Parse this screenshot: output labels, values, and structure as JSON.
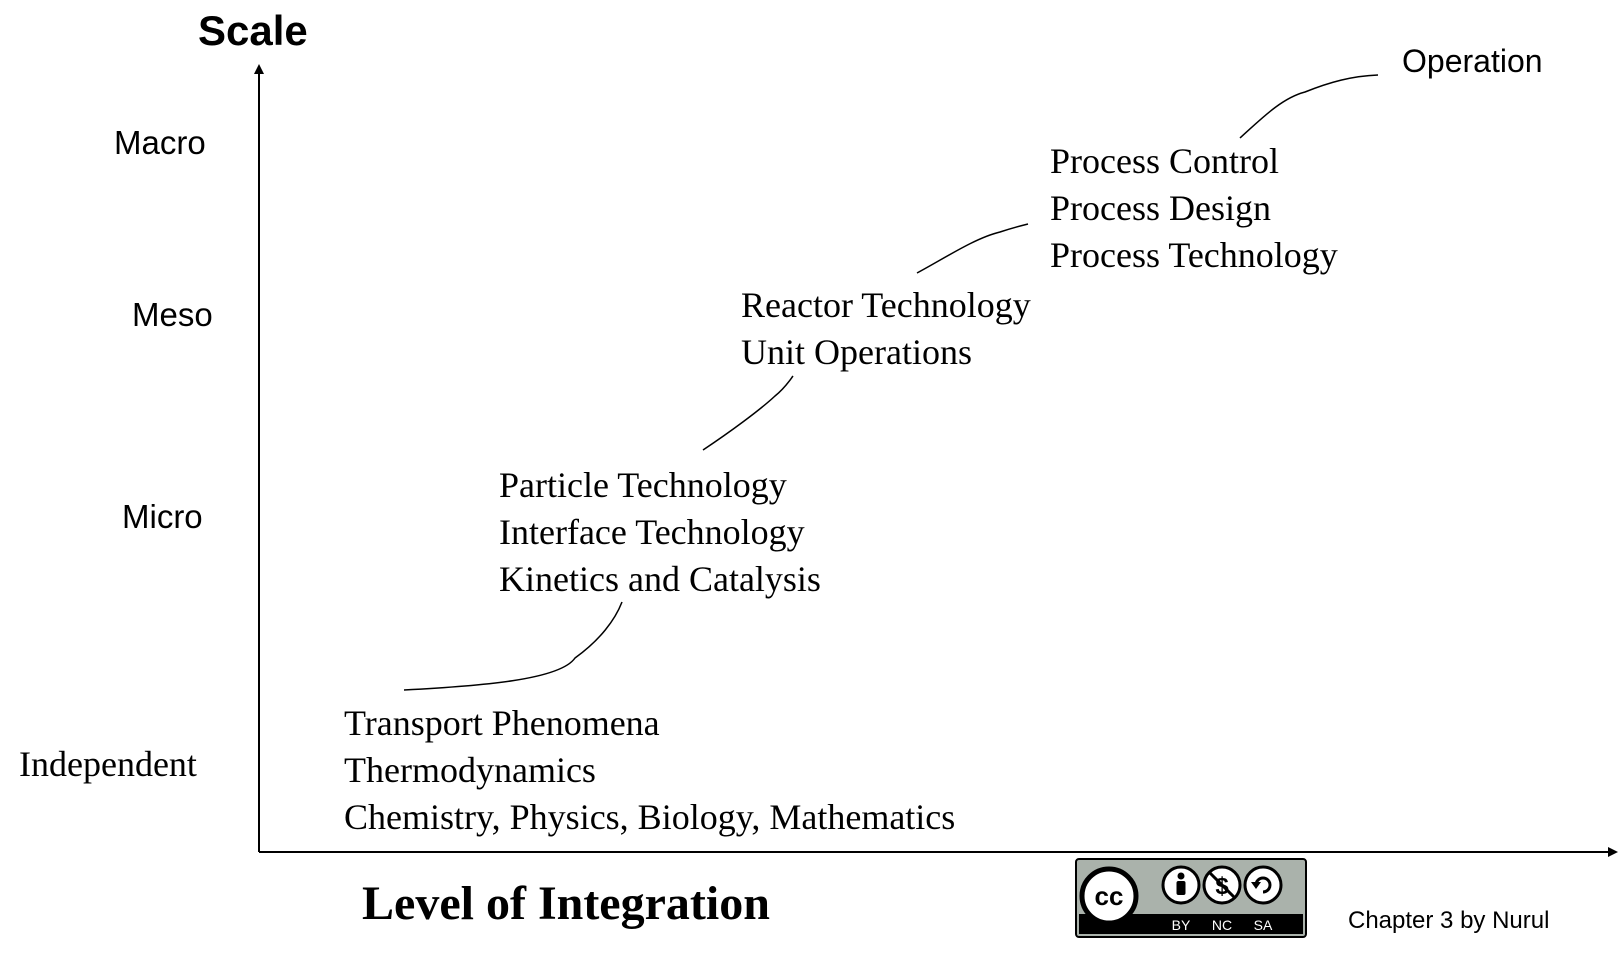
{
  "axes": {
    "y_title": "Scale",
    "x_title": "Level of Integration",
    "scale_levels": [
      "Macro",
      "Meso",
      "Micro",
      "Independent"
    ]
  },
  "topic_groups": [
    {
      "items": [
        "Transport Phenomena",
        "Thermodynamics",
        "Chemistry, Physics, Biology, Mathematics"
      ]
    },
    {
      "items": [
        "Particle Technology",
        "Interface Technology",
        "Kinetics and Catalysis"
      ]
    },
    {
      "items": [
        "Reactor Technology",
        "Unit Operations"
      ]
    },
    {
      "items": [
        "Process Control",
        "Process Design",
        "Process Technology"
      ]
    }
  ],
  "operation_label": "Operation",
  "license_badge": {
    "text": "cc",
    "conditions": [
      "BY",
      "NC",
      "SA"
    ],
    "icons": [
      "attribution-icon",
      "noncommercial-icon",
      "sharealike-icon"
    ]
  },
  "credit": "Chapter 3 by Nurul"
}
